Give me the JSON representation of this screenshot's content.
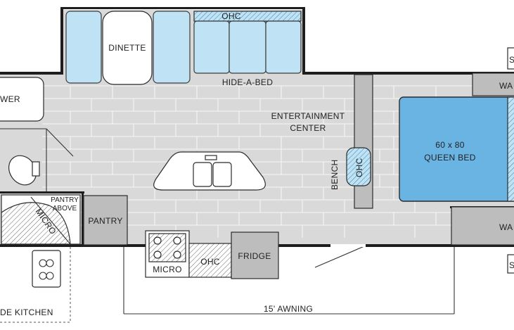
{
  "labels": {
    "dinette": "DINETTE",
    "ohc_top": "OHC",
    "hide_a_bed": "HIDE-A-BED",
    "shower": "WER",
    "entertainment_line1": "ENTERTAINMENT",
    "entertainment_line2": "CENTER",
    "bench": "BENCH",
    "ohc_side": "OHC",
    "bed_line1": "60 x 80",
    "bed_line2": "QUEEN BED",
    "wardrobe_top": "WA",
    "wardrobe_bottom": "WA",
    "step_top": "S",
    "step_bottom": "S",
    "pantry_above_line1": "PANTRY",
    "pantry_above_line2": "ABOVE",
    "micro_corner": "MICRO",
    "pantry": "PANTRY",
    "micro_bottom": "MICRO",
    "ohc_bottom": "OHC",
    "fridge": "FRIDGE",
    "awning": "15' AWNING",
    "outside_kitchen": "DE KITCHEN"
  },
  "colors": {
    "floor": "#d9d9d9",
    "wall": "#1e1e1e",
    "cushion": "#bfe3f5",
    "bed": "#6ab4e3",
    "cabinet": "#bdbdbd"
  }
}
